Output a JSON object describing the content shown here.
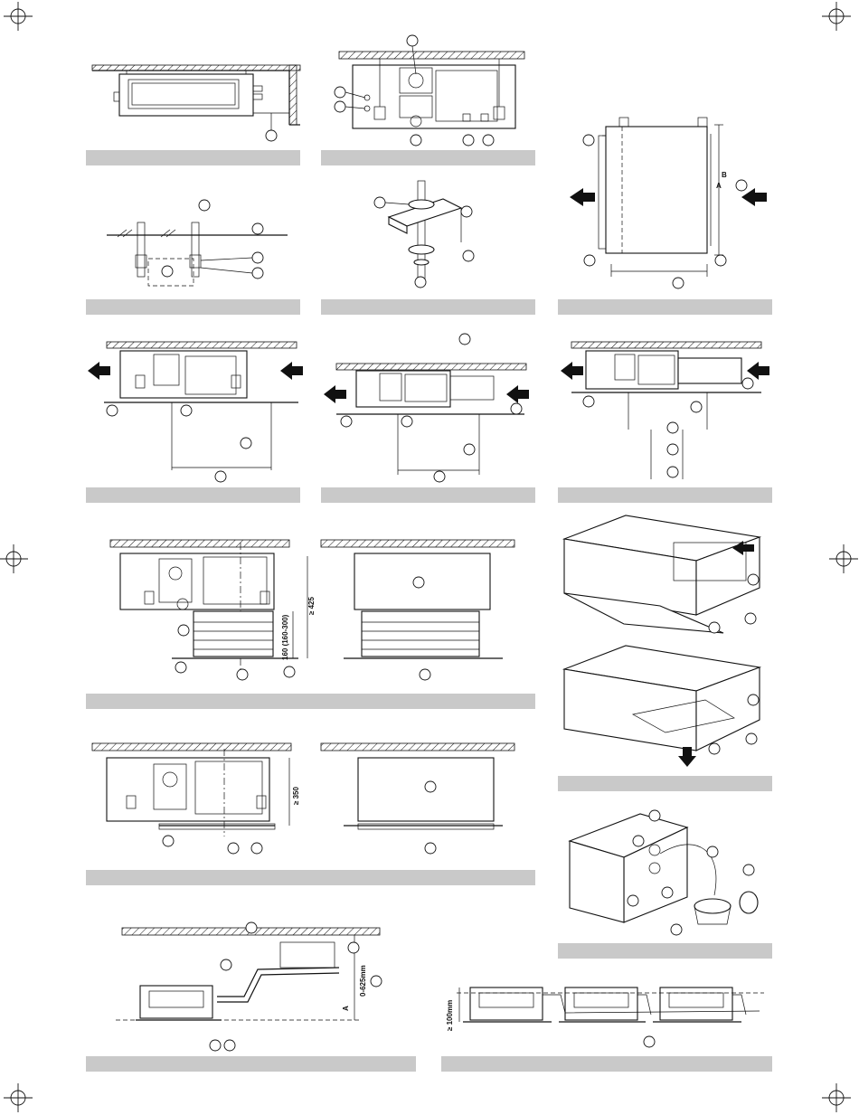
{
  "labels": {
    "dim_160": "160 (160-300)",
    "dim_425": "≥ 425",
    "dim_350": "≥ 350",
    "dim_0_625": "0-625mm",
    "dim_100": "≥ 100mm",
    "letter_a": "A",
    "letter_b": "B"
  }
}
